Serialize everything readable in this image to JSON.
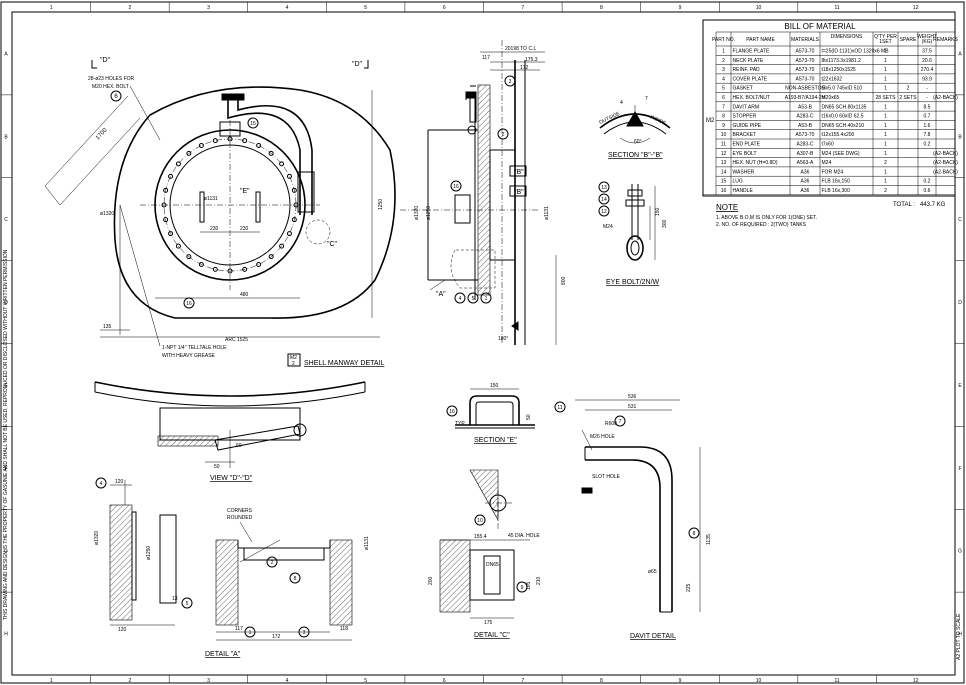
{
  "border": {
    "col_numbers": [
      "1",
      "2",
      "3",
      "4",
      "5",
      "6",
      "7",
      "8",
      "9",
      "10",
      "11",
      "12"
    ],
    "row_letters": [
      "A",
      "B",
      "C",
      "D",
      "E",
      "F",
      "G",
      "H"
    ],
    "side_note": "THIS DRAWING AND DESIGN IS THE PROPERTY OF GASUNIE AND SHALL NOT BE USED, REPRODUCED OR DISCLOSED WITHOUT WRITTEN PERMISSION",
    "revision_note": "A2 PLOT TO SCALE"
  },
  "bom": {
    "title": "BILL OF MATERIAL",
    "headers": [
      "PART NO.",
      "PART NAME",
      "MATERIALS",
      "DIMENSIONS",
      "Q'TY PER 1SET",
      "SPARE",
      "WEIGHT (KG)",
      "REMARKS"
    ],
    "group_label": "M2",
    "rows": [
      [
        "1",
        "FLANGE PLATE",
        "A573-70",
        "t=25(ID 1131)xOD 1320x6 MB",
        "1",
        "",
        "37.5",
        ""
      ],
      [
        "2",
        "NECK PLATE",
        "A573-70",
        "8tx1173.3x1981.2",
        "1",
        "",
        "20.6",
        ""
      ],
      [
        "3",
        "REINF. PAD",
        "A573-70",
        "t18x1250x1525",
        "1",
        "",
        "270.4",
        ""
      ],
      [
        "4",
        "COVER PLATE",
        "A573-70",
        "t22x1632",
        "1",
        "",
        "93.9",
        ""
      ],
      [
        "5",
        "GASKET",
        "NON-ASBESTOS",
        "t3x5.0 745xID 510",
        "1",
        "2",
        "-",
        ""
      ],
      [
        "6",
        "HEX. BOLT/NUT",
        "A193-B7/A194-2H",
        "M20x65",
        "28 SETS",
        "2 SETS",
        "-",
        "(A2-BACK)"
      ],
      [
        "7",
        "DAVIT ARM",
        "A53-B",
        "DN65 SCH.80x1135",
        "1",
        "",
        "8.5",
        ""
      ],
      [
        "8",
        "STOPPER",
        "A283-C",
        "t16x0.0 60xID 62.5",
        "1",
        "",
        "0.7",
        ""
      ],
      [
        "9",
        "GUIDE PIPE",
        "A53-B",
        "DN65 SCH.40x210",
        "1",
        "",
        "1.6",
        ""
      ],
      [
        "10",
        "BRACKET",
        "A573-70",
        "t12x155.4x200",
        "1",
        "",
        "7.8",
        ""
      ],
      [
        "11",
        "END PLATE",
        "A283-C",
        "t7x60",
        "1",
        "",
        "0.2",
        ""
      ],
      [
        "12",
        "EYE BOLT",
        "A307-B",
        "M24 (SEE DWG)",
        "1",
        "",
        "",
        "(A2-BACK)"
      ],
      [
        "13",
        "HEX. NUT (H=0.8D)",
        "A563-A",
        "M24",
        "2",
        "",
        "",
        "(A2-BACK)"
      ],
      [
        "14",
        "WASHER",
        "A36",
        "FOR M24",
        "1",
        "",
        "",
        "(A2-BACK)"
      ],
      [
        "15",
        "LUG",
        "A36",
        "FLB 16x,150",
        "1",
        "",
        "0.2",
        ""
      ],
      [
        "16",
        "HANDLE",
        "A36",
        "FLB 16x,300",
        "2",
        "",
        "0.6",
        ""
      ]
    ],
    "total_label": "TOTAL :",
    "total_value": "443.7 KG"
  },
  "notes": {
    "title": "NOTE",
    "items": [
      "1. ABOVE B.O.M IS ONLY FOR 1(ONE) SET.",
      "2. NO. OF REQUIRED : 2(TWO) TANKS"
    ]
  },
  "views": {
    "shell_manway": {
      "title": "SHELL MANWAY DETAIL",
      "badge": "M2",
      "badge_sub": "2",
      "label_d_left": "\"D\"",
      "label_d_right": "\"D\"",
      "holes_note_1": "28-ø23 HOLES FOR",
      "holes_note_2": "M20 HEX. BOLT",
      "telltale_1": "1-NPT 1/4\" TELLTALE HOLE",
      "telltale_2": "WITH HEAVY GREASE",
      "arc_label": "ARC 1525",
      "dim_480": "480",
      "dim_135": "135",
      "dim_1250": "1250",
      "dim_1700": "1700",
      "dim_230a": "230",
      "dim_230b": "230",
      "dim_e_label": "\"E\"",
      "dim_c_label": "\"C\"",
      "dim_phi": "ø1131",
      "dim_phi2": "ø1320",
      "dim_15": "15",
      "leader_6": "6",
      "leader_15": "15",
      "leader_16": "16"
    },
    "side_view": {
      "dim_top": "20198 TO C.L",
      "dim_175": "175.3",
      "dim_172": "172",
      "dim_117": "117",
      "dim_800": "800",
      "dim_phi_1320": "ø1320",
      "dim_phi_1250": "ø1250",
      "dim_phi_1131": "ø1131",
      "label_b1": "\"B\"",
      "label_b2": "\"B\"",
      "label_a": "\"A\"",
      "dim_180": "180°",
      "leaders": [
        "3",
        "2",
        "16",
        "4",
        "5",
        "1"
      ]
    },
    "section_b": {
      "title": "SECTION \"B\"-\"B\"",
      "dim_60": "60°",
      "label_outside": "OUTSIDE",
      "label_inside": "INSIDE",
      "dim_7": "7",
      "dim_4": "4"
    },
    "eye_bolt": {
      "title": "EYE BOLT/2N/W",
      "dim_150": "150",
      "dim_300": "300",
      "dim_m24": "M24",
      "leaders": [
        "13",
        "14",
        "12"
      ]
    },
    "view_d": {
      "title": "VIEW \"D\"-\"D\"",
      "dim_50": "50",
      "dim_60": "60"
    },
    "section_e": {
      "title": "SECTION \"E\"",
      "dim_150": "150",
      "dim_50": "50",
      "dim_typ": "TYP",
      "leader": "16"
    },
    "detail_a": {
      "title": "DETAIL \"A\"",
      "corners_1": "CORNERS",
      "corners_2": "ROUNDED",
      "dim_120": "120",
      "dim_13": "13",
      "dim_172": "172",
      "dim_117": "117",
      "dim_118": "118",
      "dim_phi": "ø1320",
      "dim_phi2": "ø1250",
      "dim_phi3": "ø1131",
      "leaders": [
        "4",
        "5",
        "1",
        "2",
        "3",
        "8"
      ]
    },
    "detail_c": {
      "title": "DETAIL \"C\"",
      "dim_155": "155.4",
      "dim_200": "200",
      "dim_175": "175",
      "dim_210": "210",
      "dim_105": "105",
      "hole_note": "45 DIA. HOLE",
      "pipe_note": "DN65",
      "leaders": [
        "10",
        "9"
      ]
    },
    "davit": {
      "title": "DAVIT DETAIL",
      "dim_536": "536",
      "dim_531": "531",
      "dim_1135": "1135",
      "dim_225": "225",
      "dim_r": "R600",
      "dim_65": "ø65",
      "slot_hole": "SLOT HOLE",
      "m26_hole": "M26 HOLE",
      "leaders": [
        "11",
        "7",
        "8"
      ]
    }
  }
}
